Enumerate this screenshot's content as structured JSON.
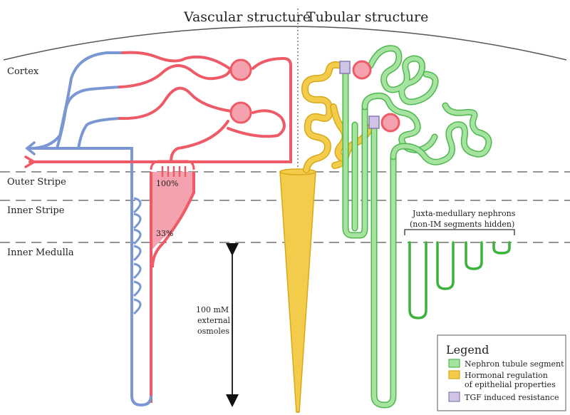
{
  "titles": {
    "left": "Vascular structure",
    "right": "Tubular structure"
  },
  "regions": [
    "Cortex",
    "Outer Stripe",
    "Inner Stripe",
    "Inner Medulla"
  ],
  "percent_labels": {
    "top": "100%",
    "mid": "33%"
  },
  "gradient_annotation": [
    "100 mM",
    "external",
    "osmoles"
  ],
  "juxta_label": [
    "Juxta-medullary nephrons",
    "(non-IM segments hidden)"
  ],
  "legend": {
    "title": "Legend",
    "items": [
      {
        "lines": [
          "Nephron tubule segment"
        ],
        "color": "#a6e3a0",
        "stroke": "#4cb84c"
      },
      {
        "lines": [
          "Hormonal regulation",
          "of epithelial properties"
        ],
        "color": "#f2cc4a",
        "stroke": "#d8a91a"
      },
      {
        "lines": [
          "TGF induced resistance"
        ],
        "color": "#cfc3e6",
        "stroke": "#8a7ab0"
      }
    ]
  },
  "colors": {
    "artery": "#ee5a66",
    "vein": "#7a97d4",
    "glomerulus_fill": "#f4a3ae",
    "tubule_fill": "#a6e3a0",
    "tubule_stroke": "#4cb84c",
    "hormonal_fill": "#f2cc4a",
    "hormonal_stroke": "#d8a91a",
    "tgf_fill": "#cfc3e6",
    "tgf_stroke": "#8a7ab0",
    "juxta": "#3bb23b"
  }
}
